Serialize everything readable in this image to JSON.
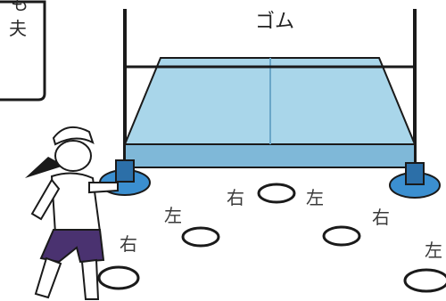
{
  "bubble": {
    "line1": "も",
    "line2": "夫"
  },
  "net_label": "ゴム",
  "direction_labels": {
    "center_right": "右",
    "center_left": "左",
    "mid_left": "左",
    "mid_right": "右",
    "far_left": "右",
    "far_right": "左"
  },
  "colors": {
    "table_top": "#a9d6ea",
    "table_front": "#7fb8d8",
    "base": "#3b8fd0",
    "outline": "#1a1a1a"
  }
}
